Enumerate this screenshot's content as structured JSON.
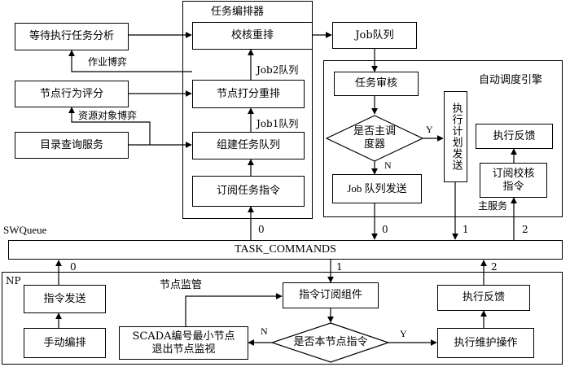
{
  "groups": {
    "task_orchestrator": "任务编排器",
    "auto_scheduler": "自动调度引擎",
    "node_panel": "NP",
    "node_monitor": "节点监管"
  },
  "boxes": {
    "pending_task_analysis": "等待执行任务分析",
    "node_behavior_score": "节点行为评分",
    "directory_query": "目录查询服务",
    "verify_reorder": "校核重排",
    "node_score_reorder": "节点打分重排",
    "build_task_queue": "组建任务队列",
    "subscribe_task_cmd": "订阅任务指令",
    "job_queue": "Job队列",
    "task_audit": "任务审核",
    "job_queue_send": "Job 队列发送",
    "exec_plan_send": "执行计划发送",
    "exec_feedback_top": "执行反馈",
    "subscribe_verify_cmd": "订阅校核\n指令",
    "cmd_send": "指令发送",
    "manual_arrange": "手动编排",
    "cmd_subscribe_comp": "指令订阅组件",
    "scada_exit": "SCADA编号最小节点\n退出节点监视",
    "exec_maintenance": "执行维护操作",
    "exec_feedback_bottom": "执行反馈"
  },
  "diamonds": {
    "is_master_scheduler": "是否主调\n度器",
    "is_this_node_cmd": "是否本节点指令"
  },
  "bar": {
    "label": "TASK_COMMANDS",
    "queue_name": "SWQueue"
  },
  "edge_labels": {
    "job_game": "作业博弈",
    "resource_game": "资源对象博弈",
    "job2_queue": "Job2队列",
    "job1_queue": "Job1队列",
    "main_service": "主服务",
    "y_master": "Y",
    "n_master": "N",
    "y_node": "Y",
    "n_node": "N",
    "ch0_orchestrator": "0",
    "ch0_scheduler": "0",
    "ch1_scheduler": "1",
    "ch2_scheduler": "2",
    "ch0_np": "0",
    "ch1_np": "1",
    "ch2_np": "2"
  }
}
